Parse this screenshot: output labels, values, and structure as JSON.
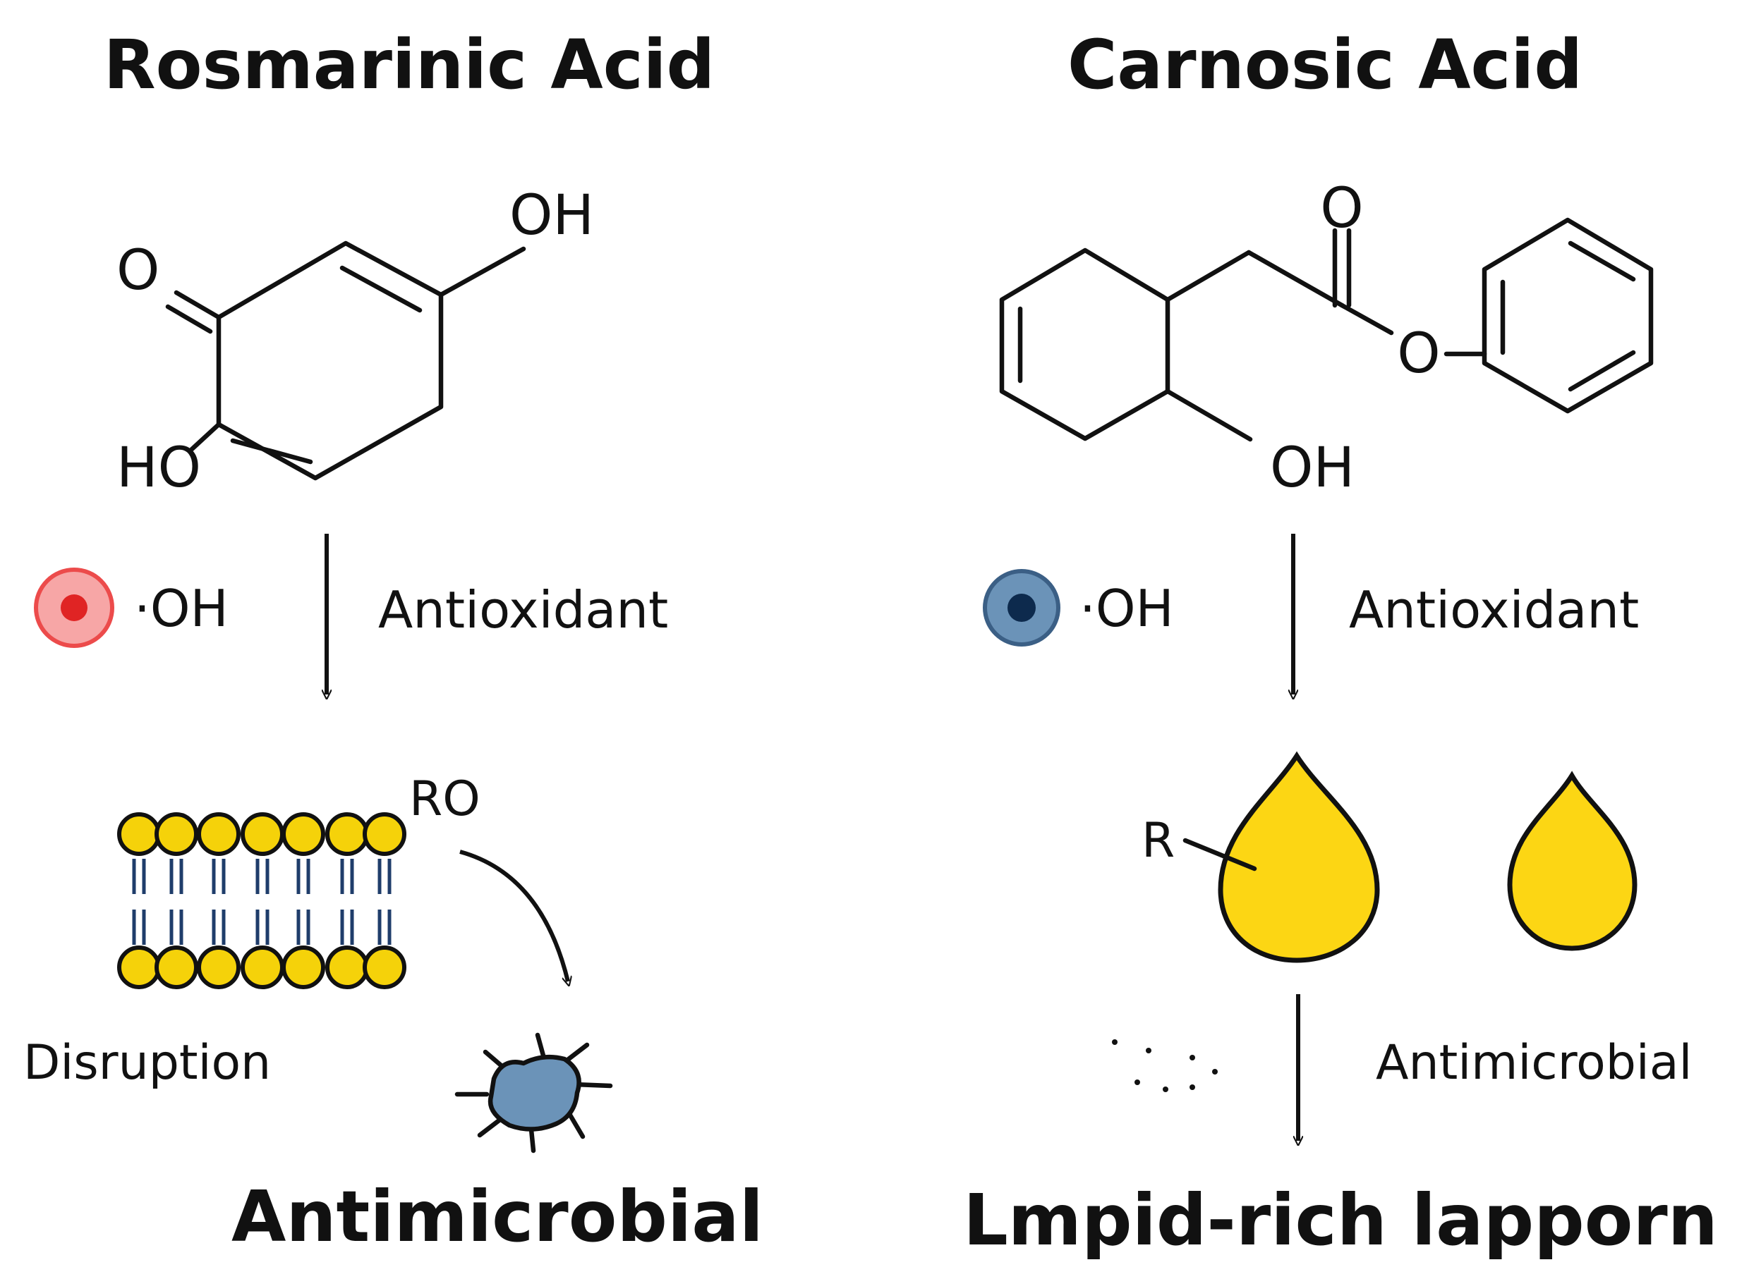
{
  "rosmarinic": {
    "title": "Rosmarinic Acid",
    "atoms": {
      "oh_top": "OH",
      "o_keto": "O",
      "ho_bottom": "HO"
    },
    "radical_label": "·OH",
    "radical_color": "#f26d6d",
    "radical_core_color": "#e02424",
    "arrow_label": "Antioxidant",
    "ro_label": "RO",
    "membrane_color": "#f5d20a",
    "disruption_label": "Disruption",
    "microbe_color": "#6b93b8",
    "bottom_label": "Antimicrobial"
  },
  "carnosic": {
    "title": "Carnosic Acid",
    "atoms": {
      "o_carbonyl": "O",
      "o_ester": "O",
      "oh_bottom": "OH"
    },
    "radical_label": "·OH",
    "radical_color": "#6b93b8",
    "radical_core_color": "#0d2a4d",
    "arrow_label": "Antioxidant",
    "r_label": "R",
    "droplet_color": "#fcd614",
    "arrow_label_2": "Antimicrobial",
    "bottom_label": "Lmpid-rich lapporn"
  }
}
